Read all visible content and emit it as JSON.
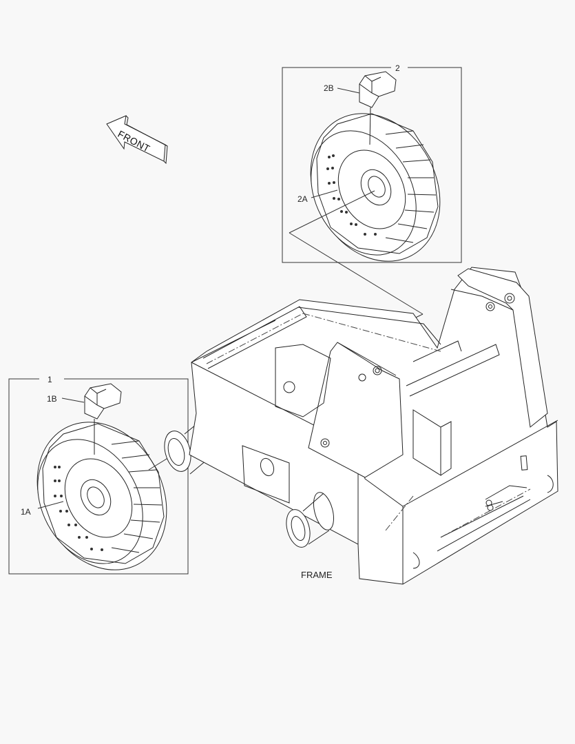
{
  "diagram": {
    "title": "FRAME",
    "orientation_label": "FRONT",
    "colors": {
      "background": "#f8f8f8",
      "line": "#222222",
      "box": "#333333"
    },
    "callouts": [
      {
        "id": "2",
        "label": "2",
        "description": "wheel assembly (upper box)",
        "parts": [
          {
            "label": "2A",
            "description": "wheel"
          },
          {
            "label": "2B",
            "description": "tire tread block"
          }
        ]
      },
      {
        "id": "1",
        "label": "1",
        "description": "wheel assembly (lower-left box)",
        "parts": [
          {
            "label": "1A",
            "description": "wheel"
          },
          {
            "label": "1B",
            "description": "tire tread block"
          }
        ]
      }
    ]
  }
}
